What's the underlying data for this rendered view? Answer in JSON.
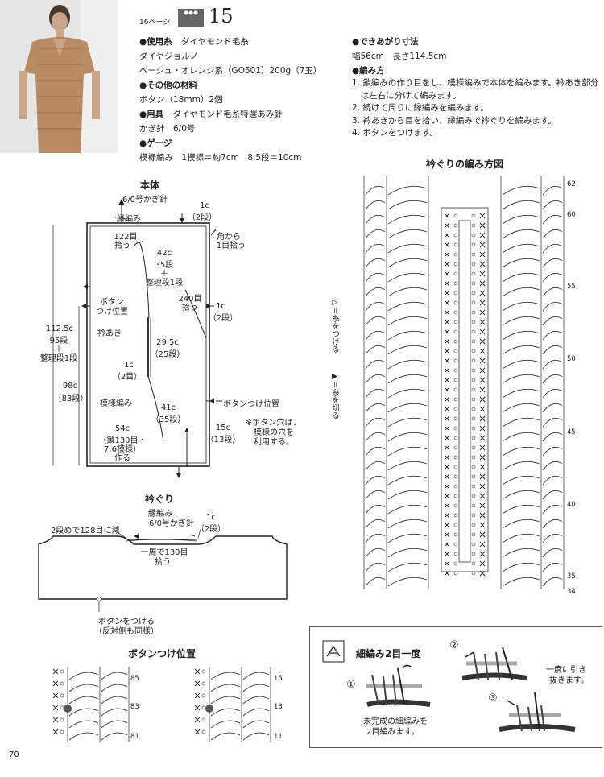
{
  "header": {
    "page_ref": "16ページ",
    "pattern_number": "15"
  },
  "materials": {
    "yarn_label": "●使用糸",
    "yarn_brand": "ダイヤモンド毛糸",
    "yarn_name": "ダイヤジョルノ",
    "yarn_color": "ベージュ・オレンジ系（GO501）200g（7玉）",
    "other_label": "●その他の材料",
    "other_value": "ボタン（18mm）2個",
    "tools_label": "●用具",
    "tools_brand": "ダイヤモンド毛糸特選あみ針",
    "tools_value": "かぎ針　6/0号",
    "gauge_label": "●ゲージ",
    "gauge_value": "模様編み　1模様＝約7cm　8.5段＝10cm"
  },
  "finished": {
    "label": "●できあがり寸法",
    "value": "幅56cm　長さ114.5cm"
  },
  "method": {
    "label": "●編み方",
    "steps": [
      "1. 鎖編みの作り目をし、模様編みで本体を編みます。衿あき部分",
      "　は左右に分けて編みます。",
      "2. 続けて周りに縁編みを編みます。",
      "3. 衿あきから目を拾い、縁編みで衿ぐりを編みます。",
      "4. ボタンをつけます。"
    ]
  },
  "body_diagram": {
    "title": "本体",
    "hook": "6/0号かぎ針",
    "edge": "縁編み",
    "top_1c": "1c",
    "top_2rows": "（2段）",
    "pick_122": "122目",
    "pick_122b": "拾う",
    "corner_1": "角から",
    "corner_2": "1目拾う",
    "s42_1": "42c",
    "s42_2": "35段",
    "s42_3": "＋",
    "s42_4": "整理段1段",
    "btn_pos_1": "ボタン",
    "btn_pos_2": "つけ位置",
    "pick_240": "240目",
    "pick_240b": "拾う",
    "right_1c": "1c",
    "right_2rows": "（2段）",
    "left_1125": "112.5c",
    "left_95": "95段",
    "left_plus": "＋",
    "left_seiri": "整理段1段",
    "neck_open": "衿あき",
    "s295_1": "29.5c",
    "s295_2": "（25段）",
    "s1c_1": "1c",
    "s1c_2": "（2目）",
    "left_98": "98c",
    "left_83": "（83段）",
    "pattern": "模様編み",
    "s41_1": "41c",
    "s41_2": "（35段）",
    "btn_attach": "ボタンつけ位置",
    "s54_1": "54c",
    "s54_2": "（鎖130目・",
    "s54_3": "7.6模様）",
    "s54_4": "作る",
    "s15_1": "15c",
    "s15_2": "（13段）",
    "note_1": "※ボタン穴は、",
    "note_2": "模様の穴を",
    "note_3": "利用する。"
  },
  "collar_diagram": {
    "title": "衿ぐり",
    "edge": "縁編み",
    "hook": "6/0号かぎ針",
    "dec": "2段めで128目に減",
    "c1": "1c",
    "c2": "（2段）",
    "pick1": "一周で130目",
    "pick2": "拾う",
    "btn1": "ボタンをつける",
    "btn2": "（反対側も同様）"
  },
  "chart": {
    "title": "衿ぐりの編み方図",
    "row_numbers": [
      "62",
      "60",
      "55",
      "50",
      "45",
      "40",
      "35",
      "34"
    ],
    "legend_join": "▷＝糸をつける",
    "legend_cut": "▶＝糸を切る"
  },
  "button_pos": {
    "title": "ボタンつけ位置",
    "left_rows": [
      "85",
      "83",
      "81"
    ],
    "right_rows": [
      "15",
      "13",
      "11"
    ]
  },
  "dec_box": {
    "title": "細編み2目一度",
    "n1": "①",
    "n2": "②",
    "n3": "③",
    "cap1a": "未完成の細編みを",
    "cap1b": "2目編みます。",
    "cap2a": "一度に引き",
    "cap2b": "抜きます。"
  },
  "footer": {
    "page_number": "70"
  },
  "colors": {
    "ink": "#222222",
    "photo_bg": "#dcdcdc",
    "badge": "#666666",
    "sweater": "#b07a4a"
  }
}
